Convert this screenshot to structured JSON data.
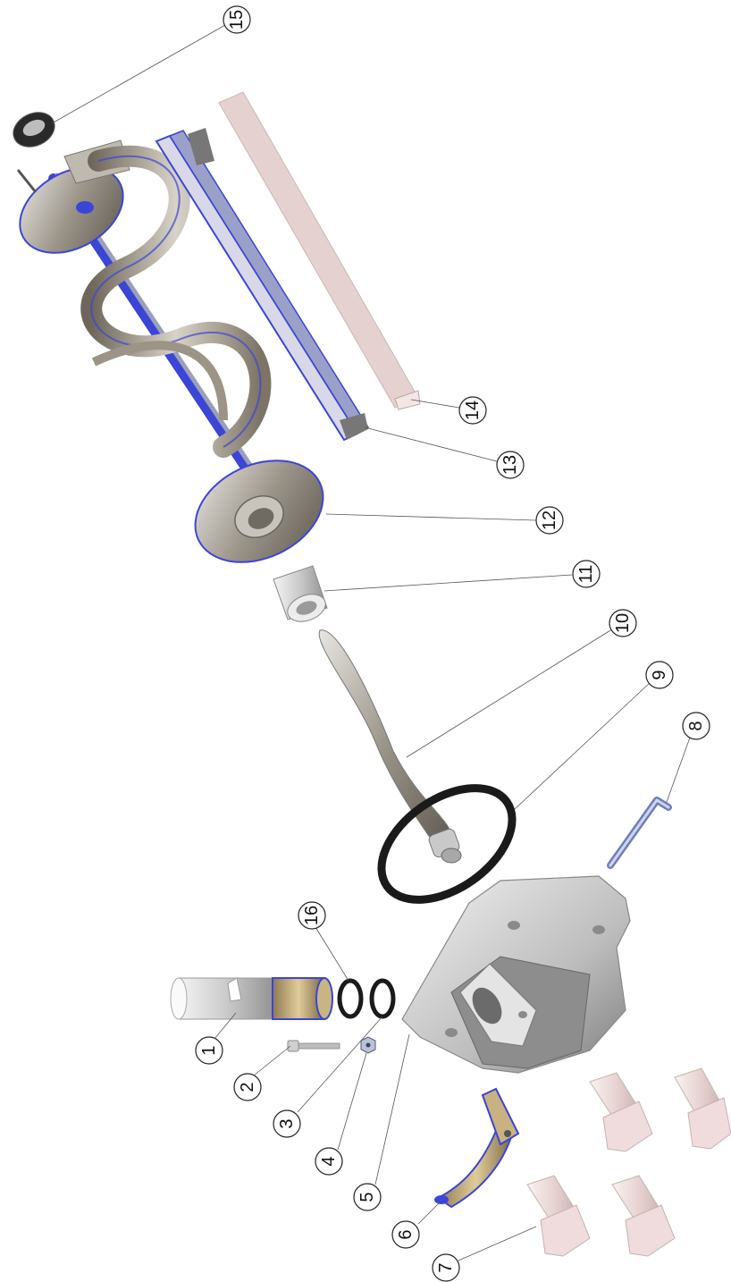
{
  "callouts": [
    {
      "id": "1",
      "label": "1"
    },
    {
      "id": "2",
      "label": "2"
    },
    {
      "id": "3",
      "label": "3"
    },
    {
      "id": "4",
      "label": "4"
    },
    {
      "id": "5",
      "label": "5"
    },
    {
      "id": "6",
      "label": "6"
    },
    {
      "id": "7",
      "label": "7"
    },
    {
      "id": "8",
      "label": "8"
    },
    {
      "id": "9",
      "label": "9"
    },
    {
      "id": "10",
      "label": "10"
    },
    {
      "id": "11",
      "label": "11"
    },
    {
      "id": "12",
      "label": "12"
    },
    {
      "id": "13",
      "label": "13"
    },
    {
      "id": "14",
      "label": "14"
    },
    {
      "id": "15",
      "label": "15"
    },
    {
      "id": "16",
      "label": "16"
    }
  ],
  "colors": {
    "metal": "#a9a39a",
    "metal_dark": "#6f6a62",
    "metal_light": "#d9d6d0",
    "blue": "#3b45d6",
    "rubber": "#1a1a1a",
    "plastic": "#f0dede",
    "housing": "#cfcfcf",
    "strip": "#e2cfcf"
  }
}
